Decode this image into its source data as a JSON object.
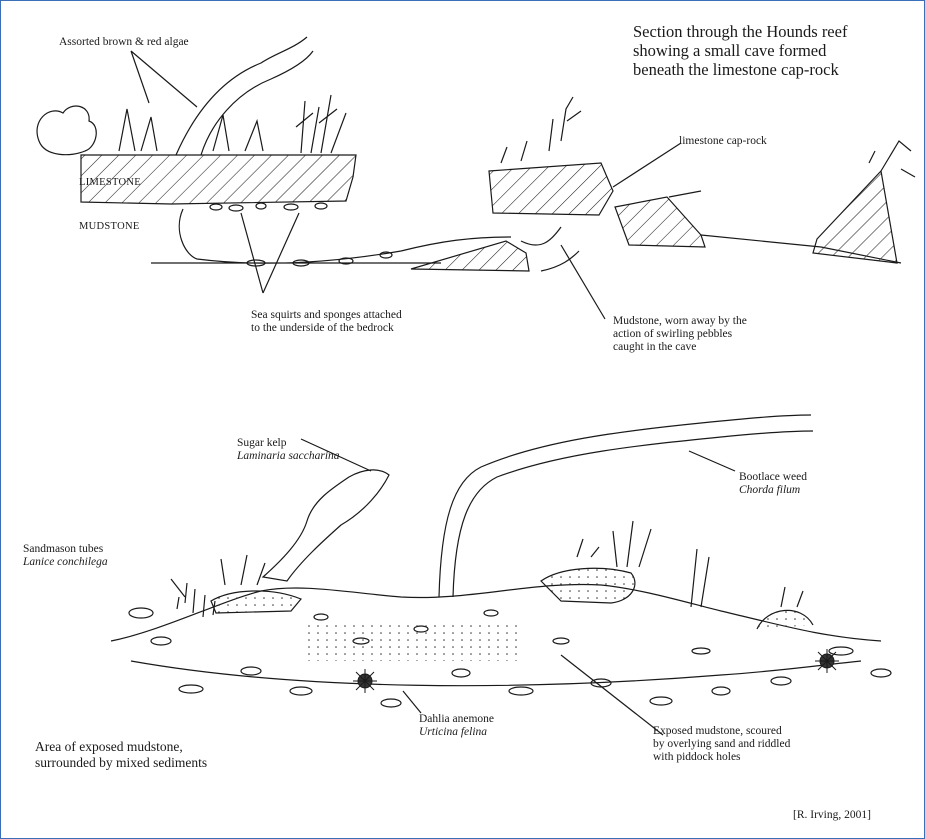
{
  "title": {
    "line1": "Section through the Hounds reef",
    "line2": "showing a small cave formed",
    "line3": "beneath the limestone cap-rock"
  },
  "top_section": {
    "algae_label": "Assorted brown & red algae",
    "limestone_label": "LIMESTONE",
    "mudstone_label": "MUDSTONE",
    "caprock_label": "limestone cap-rock",
    "sea_squirts_line1": "Sea squirts and sponges attached",
    "sea_squirts_line2": "to the underside of the bedrock",
    "mudstone_worn_line1": "Mudstone, worn away by the",
    "mudstone_worn_line2": "action of swirling pebbles",
    "mudstone_worn_line3": "caught in the cave"
  },
  "bottom_section": {
    "sugar_kelp_common": "Sugar kelp",
    "sugar_kelp_latin": "Laminaria saccharina",
    "bootlace_common": "Bootlace weed",
    "bootlace_latin": "Chorda filum",
    "sandmason_common": "Sandmason tubes",
    "sandmason_latin": "Lanice conchilega",
    "dahlia_common": "Dahlia anemone",
    "dahlia_latin": "Urticina felina",
    "exposed_line1": "Exposed mudstone, scoured",
    "exposed_line2": "by overlying sand and riddled",
    "exposed_line3": "with piddock holes",
    "area_line1": "Area of exposed mudstone,",
    "area_line2": "surrounded by mixed sediments"
  },
  "credit": "[R. Irving, 2001]",
  "colors": {
    "frame_border": "#3a6fb8",
    "ink": "#1a1a1a"
  }
}
